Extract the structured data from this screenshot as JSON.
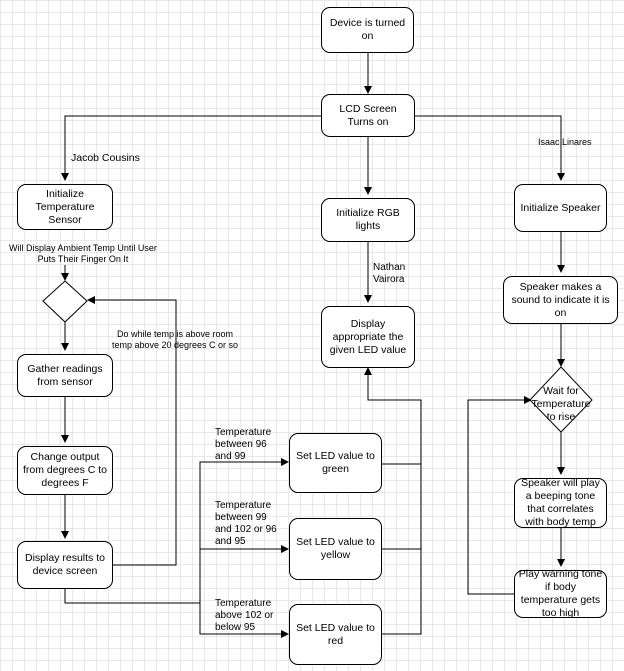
{
  "nodes": {
    "device_on": "Device is turned on",
    "lcd_on": "LCD Screen Turns on",
    "init_temp": "Initialize Temperature Sensor",
    "gather": "Gather readings from sensor",
    "convert": "Change output from degrees C to degrees F",
    "display_results": "Display results to device screen",
    "init_rgb": "Initialize RGB lights",
    "display_led": "Display appropriate the given LED value",
    "led_green": "Set LED value to green",
    "led_yellow": "Set LED value to yellow",
    "led_red": "Set LED value to red",
    "init_speaker": "Initialize Speaker",
    "speaker_sound": "Speaker makes a sound to indicate it is on",
    "wait_temp": "Wait for Temperature to rise",
    "beeping": "Speaker will play a beeping tone that correlates with body temp",
    "warning": "Play warning tone if body temperature gets too high"
  },
  "labels": {
    "jacob": "Jacob Cousins",
    "isaac": "Isaac Linares",
    "nathan": "Nathan Vairora",
    "ambient": "Will Display Ambient Temp Until User Puts Their Finger On It",
    "do_while": "Do while temp is above room temp above 20 degrees C or so",
    "cond_green": "Temperature between 96 and 99",
    "cond_yellow": "Temperature between 99 and 102 or 96 and 95",
    "cond_red": "Temperature above 102 or below 95"
  }
}
